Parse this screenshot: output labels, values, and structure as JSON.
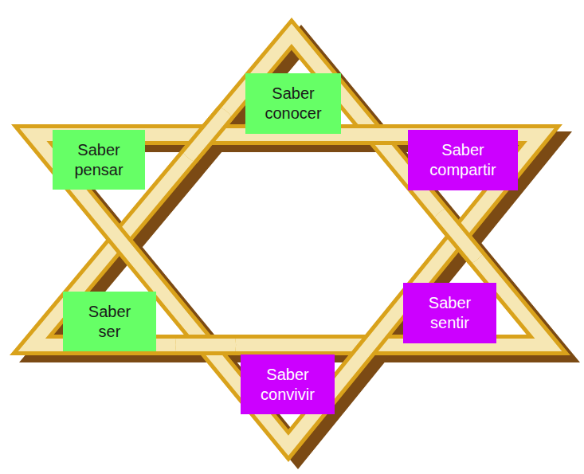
{
  "diagram": {
    "nodes": [
      {
        "text": [
          "Saber conocer"
        ]
      },
      {
        "text": [
          "Saber pensar"
        ]
      },
      {
        "text": [
          "Saber compartir"
        ]
      },
      {
        "text": [
          "Saber ser"
        ]
      },
      {
        "text": [
          "Saber sentir"
        ]
      },
      {
        "text": [
          "Saber convivir"
        ]
      }
    ]
  }
}
